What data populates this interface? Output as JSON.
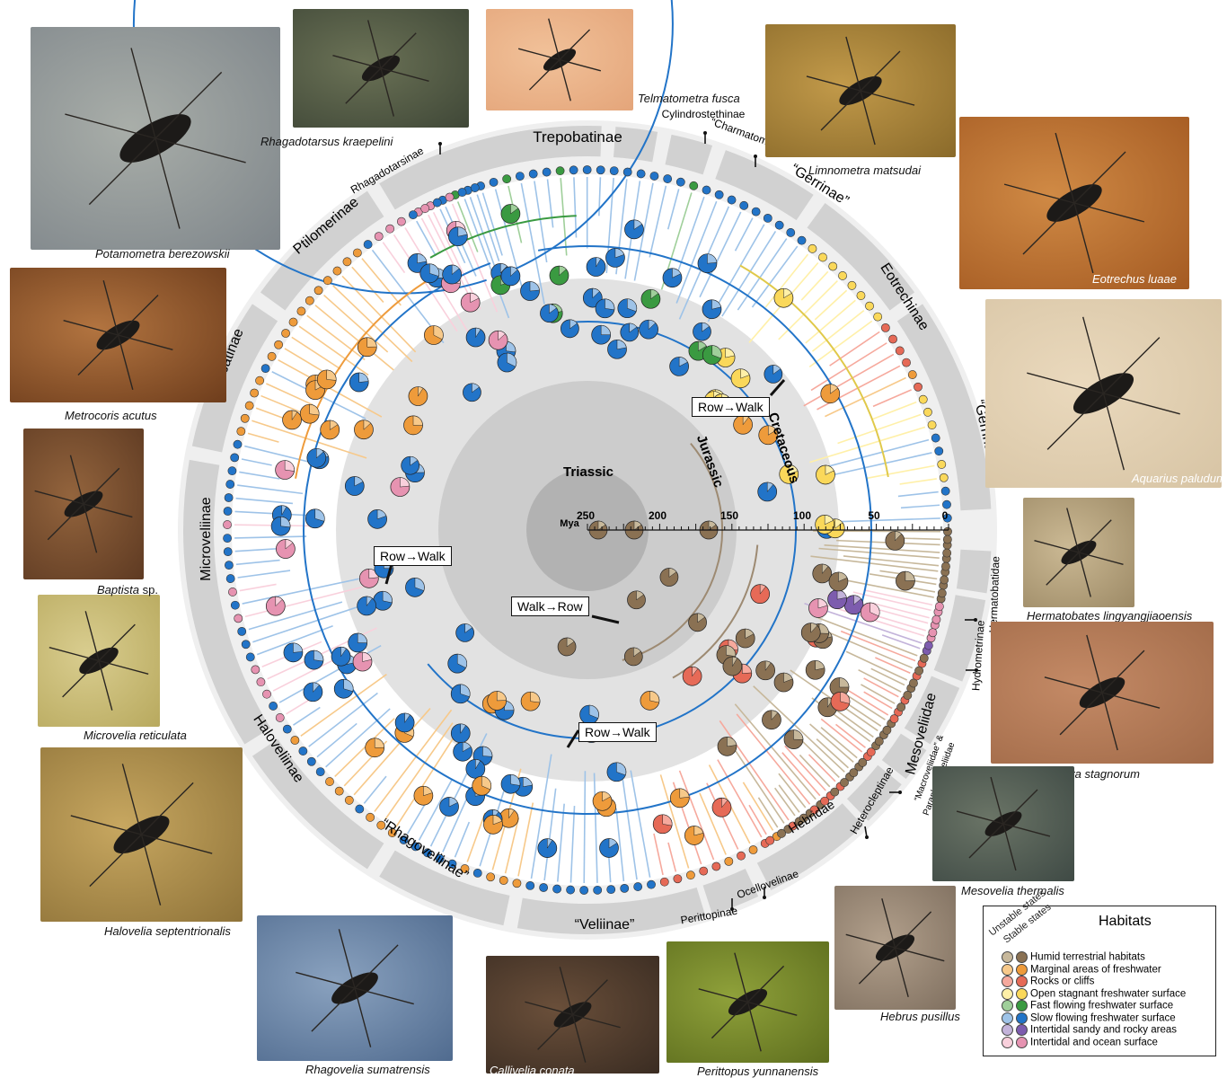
{
  "palette": {
    "humid": [
      "#c7b89b",
      "#8a7153"
    ],
    "marginal": [
      "#f7c98a",
      "#ee9b3b"
    ],
    "rocks": [
      "#f6a99d",
      "#e66a57"
    ],
    "stagnant": [
      "#fff0a8",
      "#fad85a"
    ],
    "fast": [
      "#9fcf9a",
      "#3a9a41"
    ],
    "slow": [
      "#9ec3e8",
      "#2274c8"
    ],
    "intertidal_sand": [
      "#c3b3da",
      "#7d5cae"
    ],
    "ocean": [
      "#f9d0dc",
      "#e693b1"
    ],
    "band": "#d1d1d1",
    "inner_gray": "#e2e2e2",
    "mid_gray": "#cccccc",
    "core_gray": "#b2b2b2"
  },
  "eras": [
    {
      "name": "Triassic"
    },
    {
      "name": "Jurassic"
    },
    {
      "name": "Cretaceous"
    }
  ],
  "timescale": {
    "unit": "Mya",
    "ticks": [
      "250",
      "200",
      "150",
      "100",
      "50",
      "0"
    ]
  },
  "clades": [
    {
      "label": "Trepobatinae"
    },
    {
      "label": "Cylindrostethinae"
    },
    {
      "label": "“Charmatometrinae”"
    },
    {
      "label": "“Gerrinae”"
    },
    {
      "label": "Eotrechinae"
    },
    {
      "label": "“Gerrinae”"
    },
    {
      "label": "Hermatobatidae"
    },
    {
      "label": "Hydrometrinae"
    },
    {
      "label": "Mesoveliidae"
    },
    {
      "label": "“Macroveliidae” &"
    },
    {
      "label": "Paraphrynoveliidae"
    },
    {
      "label": "Heterocleptinae"
    },
    {
      "label": "Hebridae"
    },
    {
      "label": "Ocellovelinae"
    },
    {
      "label": "Perittopinae"
    },
    {
      "label": "“Veliinae”"
    },
    {
      "label": "“Rhagoveliinae”"
    },
    {
      "label": "Haloveliinae"
    },
    {
      "label": "Microveliinae"
    },
    {
      "label": "Halobatinae"
    },
    {
      "label": "Ptilomerinae"
    },
    {
      "label": "Rhagadotarsinae"
    }
  ],
  "transitions": [
    {
      "label": "Row→Walk"
    },
    {
      "label": "Row→Walk"
    },
    {
      "label": "Walk→Row"
    },
    {
      "label": "Row→Walk"
    }
  ],
  "photos": [
    {
      "caption": "Potamometra berezowskii",
      "tone": [
        "#7e858a",
        "#a9aea9"
      ]
    },
    {
      "caption": "Rhagadotarsus kraepelini",
      "tone": [
        "#3f4737",
        "#6b7256"
      ]
    },
    {
      "caption": "Telmatometra fusca",
      "tone": [
        "#e4a57a",
        "#f1c199"
      ]
    },
    {
      "caption": "Limnometra matsudai",
      "tone": [
        "#8a6a2a",
        "#c29a4a"
      ]
    },
    {
      "caption": "Eotrechus luaae",
      "tone": [
        "#a45a22",
        "#d08a45"
      ]
    },
    {
      "caption": "Aquarius paludum",
      "tone": [
        "#d7c4a4",
        "#ead9bd"
      ]
    },
    {
      "caption": "Hermatobates lingyangjiaoensis",
      "tone": [
        "#9d8a66",
        "#cbb994"
      ]
    },
    {
      "caption": "Hydrometra stagnorum",
      "tone": [
        "#a16a48",
        "#c48a66"
      ]
    },
    {
      "caption": "Mesovelia thermalis",
      "tone": [
        "#3f4a45",
        "#6a7466"
      ]
    },
    {
      "caption": "Hebrus pusillus",
      "tone": [
        "#7f6f5f",
        "#b2a08c"
      ]
    },
    {
      "caption": "Perittopus yunnanensis",
      "tone": [
        "#5e6e1e",
        "#8fa13a"
      ]
    },
    {
      "caption": "Callivelia conata",
      "tone": [
        "#3a2c22",
        "#6a4f3a"
      ]
    },
    {
      "caption": "Rhagovelia sumatrensis",
      "tone": [
        "#506b8f",
        "#8aa2bf"
      ]
    },
    {
      "caption": "Halovelia septentrionalis",
      "tone": [
        "#8f7339",
        "#c7a760"
      ]
    },
    {
      "caption": "Microvelia reticulata",
      "tone": [
        "#b8a95e",
        "#d9cd8f"
      ]
    },
    {
      "caption": "Baptista",
      "suffix": " sp.",
      "tone": [
        "#5e3a22",
        "#93643d"
      ]
    },
    {
      "caption": "Metrocoris acutus",
      "tone": [
        "#6e3d1c",
        "#b27440"
      ]
    }
  ],
  "legend": {
    "title": "Habitats",
    "col1": "Unstable states",
    "col2": "Stable states",
    "items": [
      {
        "label": "Humid terrestrial habitats",
        "key": "humid"
      },
      {
        "label": "Marginal areas of freshwater",
        "key": "marginal"
      },
      {
        "label": "Rocks or cliffs",
        "key": "rocks"
      },
      {
        "label": "Open stagnant freshwater surface",
        "key": "stagnant"
      },
      {
        "label": "Fast flowing freshwater surface",
        "key": "fast"
      },
      {
        "label": "Slow flowing freshwater surface",
        "key": "slow"
      },
      {
        "label": "Intertidal sandy and rocky areas",
        "key": "intertidal_sand"
      },
      {
        "label": "Intertidal and ocean surface",
        "key": "ocean"
      }
    ]
  }
}
